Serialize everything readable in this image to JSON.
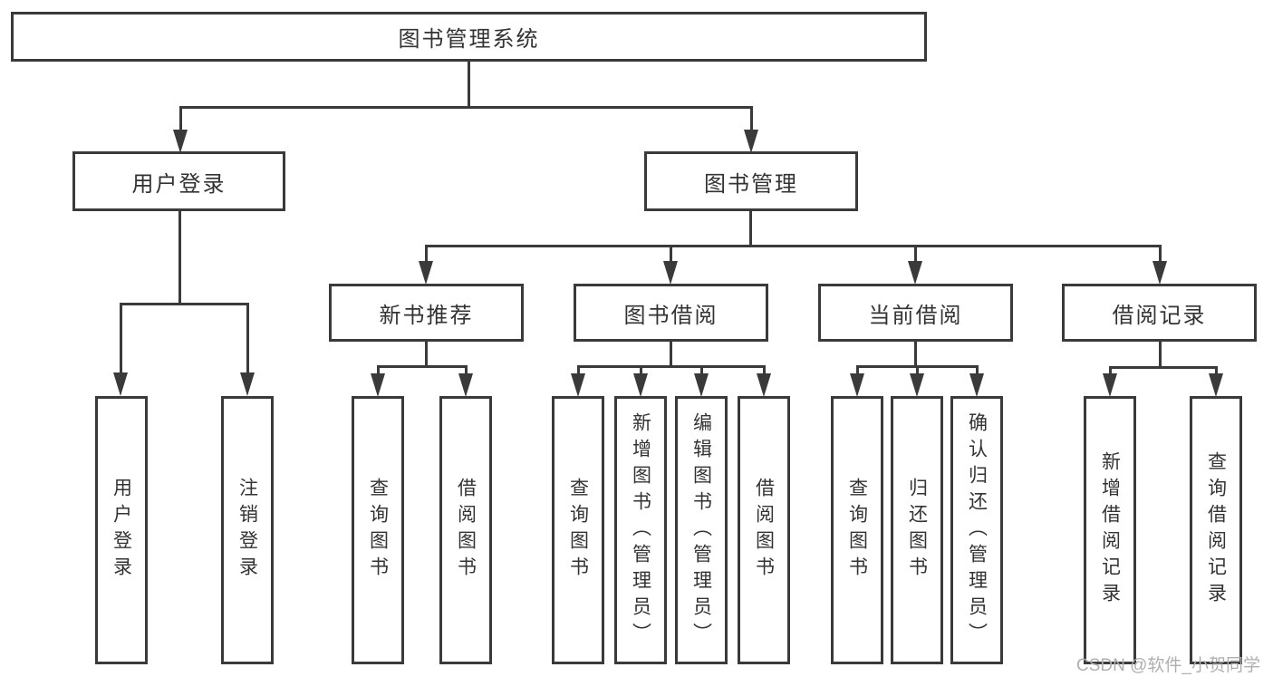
{
  "diagram": {
    "root": {
      "label": "图书管理系统"
    },
    "branches": [
      {
        "label": "用户登录",
        "children": [
          {
            "label": "用户登录"
          },
          {
            "label": "注销登录"
          }
        ]
      },
      {
        "label": "图书管理",
        "children": [
          {
            "label": "新书推荐",
            "children": [
              {
                "label": "查询图书"
              },
              {
                "label": "借阅图书"
              }
            ]
          },
          {
            "label": "图书借阅",
            "children": [
              {
                "label": "查询图书"
              },
              {
                "label": "新增图书（管理员）"
              },
              {
                "label": "编辑图书（管理员）"
              },
              {
                "label": "借阅图书"
              }
            ]
          },
          {
            "label": "当前借阅",
            "children": [
              {
                "label": "查询图书"
              },
              {
                "label": "归还图书"
              },
              {
                "label": "确认归还（管理员）"
              }
            ]
          },
          {
            "label": "借阅记录",
            "children": [
              {
                "label": "新增借阅记录"
              },
              {
                "label": "查询借阅记录"
              }
            ]
          }
        ]
      }
    ]
  },
  "watermark": {
    "text": "CSDN @软件_小贺同学"
  },
  "colors": {
    "line": "#3A3A3A",
    "text": "#333333",
    "watermark": "#AFAFAF",
    "background": "#FFFFFF"
  }
}
